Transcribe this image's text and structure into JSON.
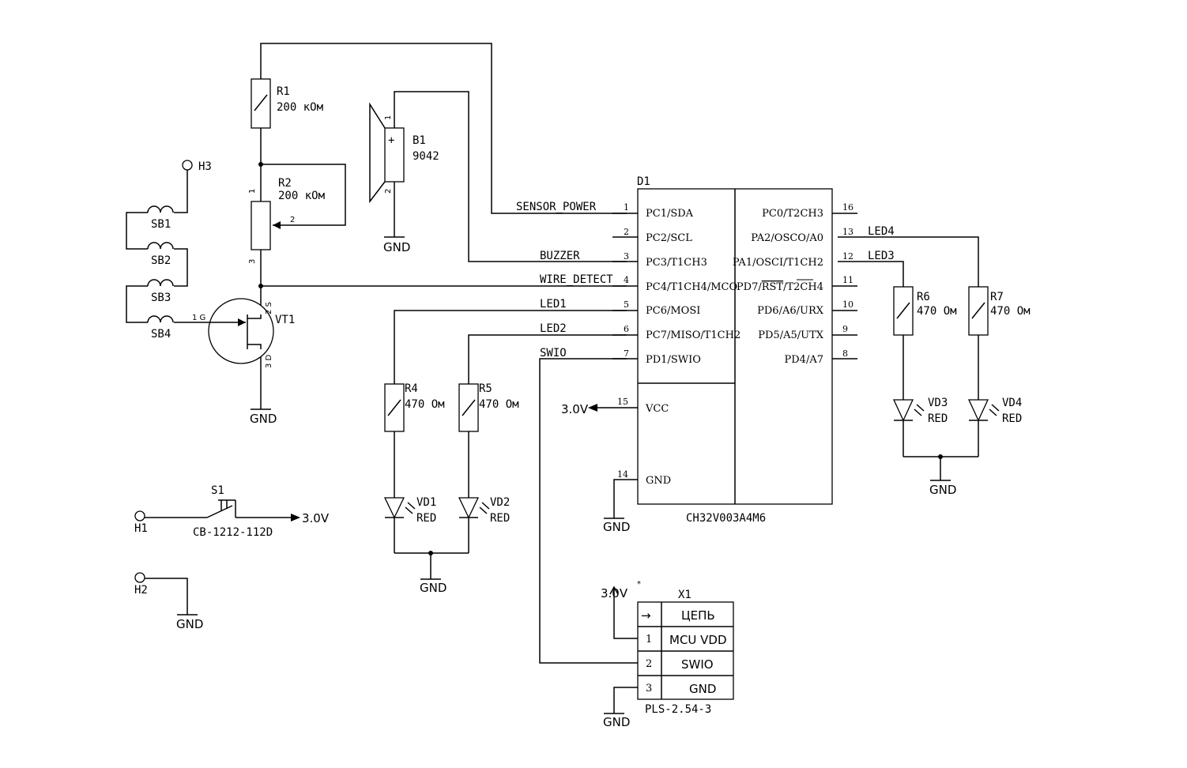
{
  "components": {
    "r1": {
      "ref": "R1",
      "value": "200 кОм"
    },
    "r2": {
      "ref": "R2",
      "value": "200 кОм",
      "pin1": "1",
      "pin2": "2",
      "pin3": "3"
    },
    "b1": {
      "ref": "B1",
      "value": "9042",
      "pin_minus": "1",
      "pin_plus": "2",
      "sign_plus": "+"
    },
    "h1": {
      "ref": "H1"
    },
    "h2": {
      "ref": "H2"
    },
    "h3": {
      "ref": "H3"
    },
    "sb": [
      "SB1",
      "SB2",
      "SB3",
      "SB4"
    ],
    "vt1": {
      "ref": "VT1",
      "pin_g": "1 G",
      "pin_s": "2 S",
      "pin_d": "3 D"
    },
    "r4": {
      "ref": "R4",
      "value": "470 Ом"
    },
    "r5": {
      "ref": "R5",
      "value": "470 Ом"
    },
    "r6": {
      "ref": "R6",
      "value": "470 Ом"
    },
    "r7": {
      "ref": "R7",
      "value": "470 Ом"
    },
    "vd1": {
      "ref": "VD1",
      "color": "RED"
    },
    "vd2": {
      "ref": "VD2",
      "color": "RED"
    },
    "vd3": {
      "ref": "VD3",
      "color": "RED"
    },
    "vd4": {
      "ref": "VD4",
      "color": "RED"
    },
    "s1": {
      "ref": "S1",
      "part": "CB-1212-112D"
    },
    "d1": {
      "ref": "D1",
      "part": "CH32V003A4M6",
      "left_pins": [
        {
          "num": "1",
          "name": "PC1/SDA"
        },
        {
          "num": "2",
          "name": "PC2/SCL"
        },
        {
          "num": "3",
          "name": "PC3/T1CH3"
        },
        {
          "num": "4",
          "name": "PC4/T1CH4/MCO"
        },
        {
          "num": "5",
          "name": "PC6/MOSI"
        },
        {
          "num": "6",
          "name": "PC7/MISO/T1CH2"
        },
        {
          "num": "7",
          "name": "PD1/SWIO"
        }
      ],
      "right_pins": [
        {
          "num": "16",
          "name": "PC0/T2CH3"
        },
        {
          "num": "13",
          "name": "PA2/OSCO/A0"
        },
        {
          "num": "12",
          "name": "PA1/OSCI/T1CH2"
        },
        {
          "num": "11",
          "name_pre": "PD7/",
          "name_over": "RST",
          "name_post": "/T2CH4"
        },
        {
          "num": "10",
          "name": "PD6/A6/URX"
        },
        {
          "num": "9",
          "name": "PD5/A5/UTX"
        },
        {
          "num": "8",
          "name": "PD4/A7"
        }
      ],
      "power_pins": [
        {
          "num": "15",
          "name": "VCC"
        },
        {
          "num": "14",
          "name": "GND"
        }
      ]
    },
    "x1": {
      "ref": "X1",
      "part": "PLS-2.54-3",
      "marker": "*",
      "header_arrow": "→",
      "header_label": "ЦЕПЬ",
      "rows": [
        {
          "num": "1",
          "net": "MCU VDD"
        },
        {
          "num": "2",
          "net": "SWIO"
        },
        {
          "num": "3",
          "net": "GND"
        }
      ]
    }
  },
  "nets": {
    "sensor_power": "SENSOR_POWER",
    "buzzer": "BUZZER",
    "wire_detect": "WIRE_DETECT",
    "led1": "LED1",
    "led2": "LED2",
    "led3": "LED3",
    "led4": "LED4",
    "swio": "SWIO",
    "vcc": "3.0V",
    "gnd": "GND"
  }
}
